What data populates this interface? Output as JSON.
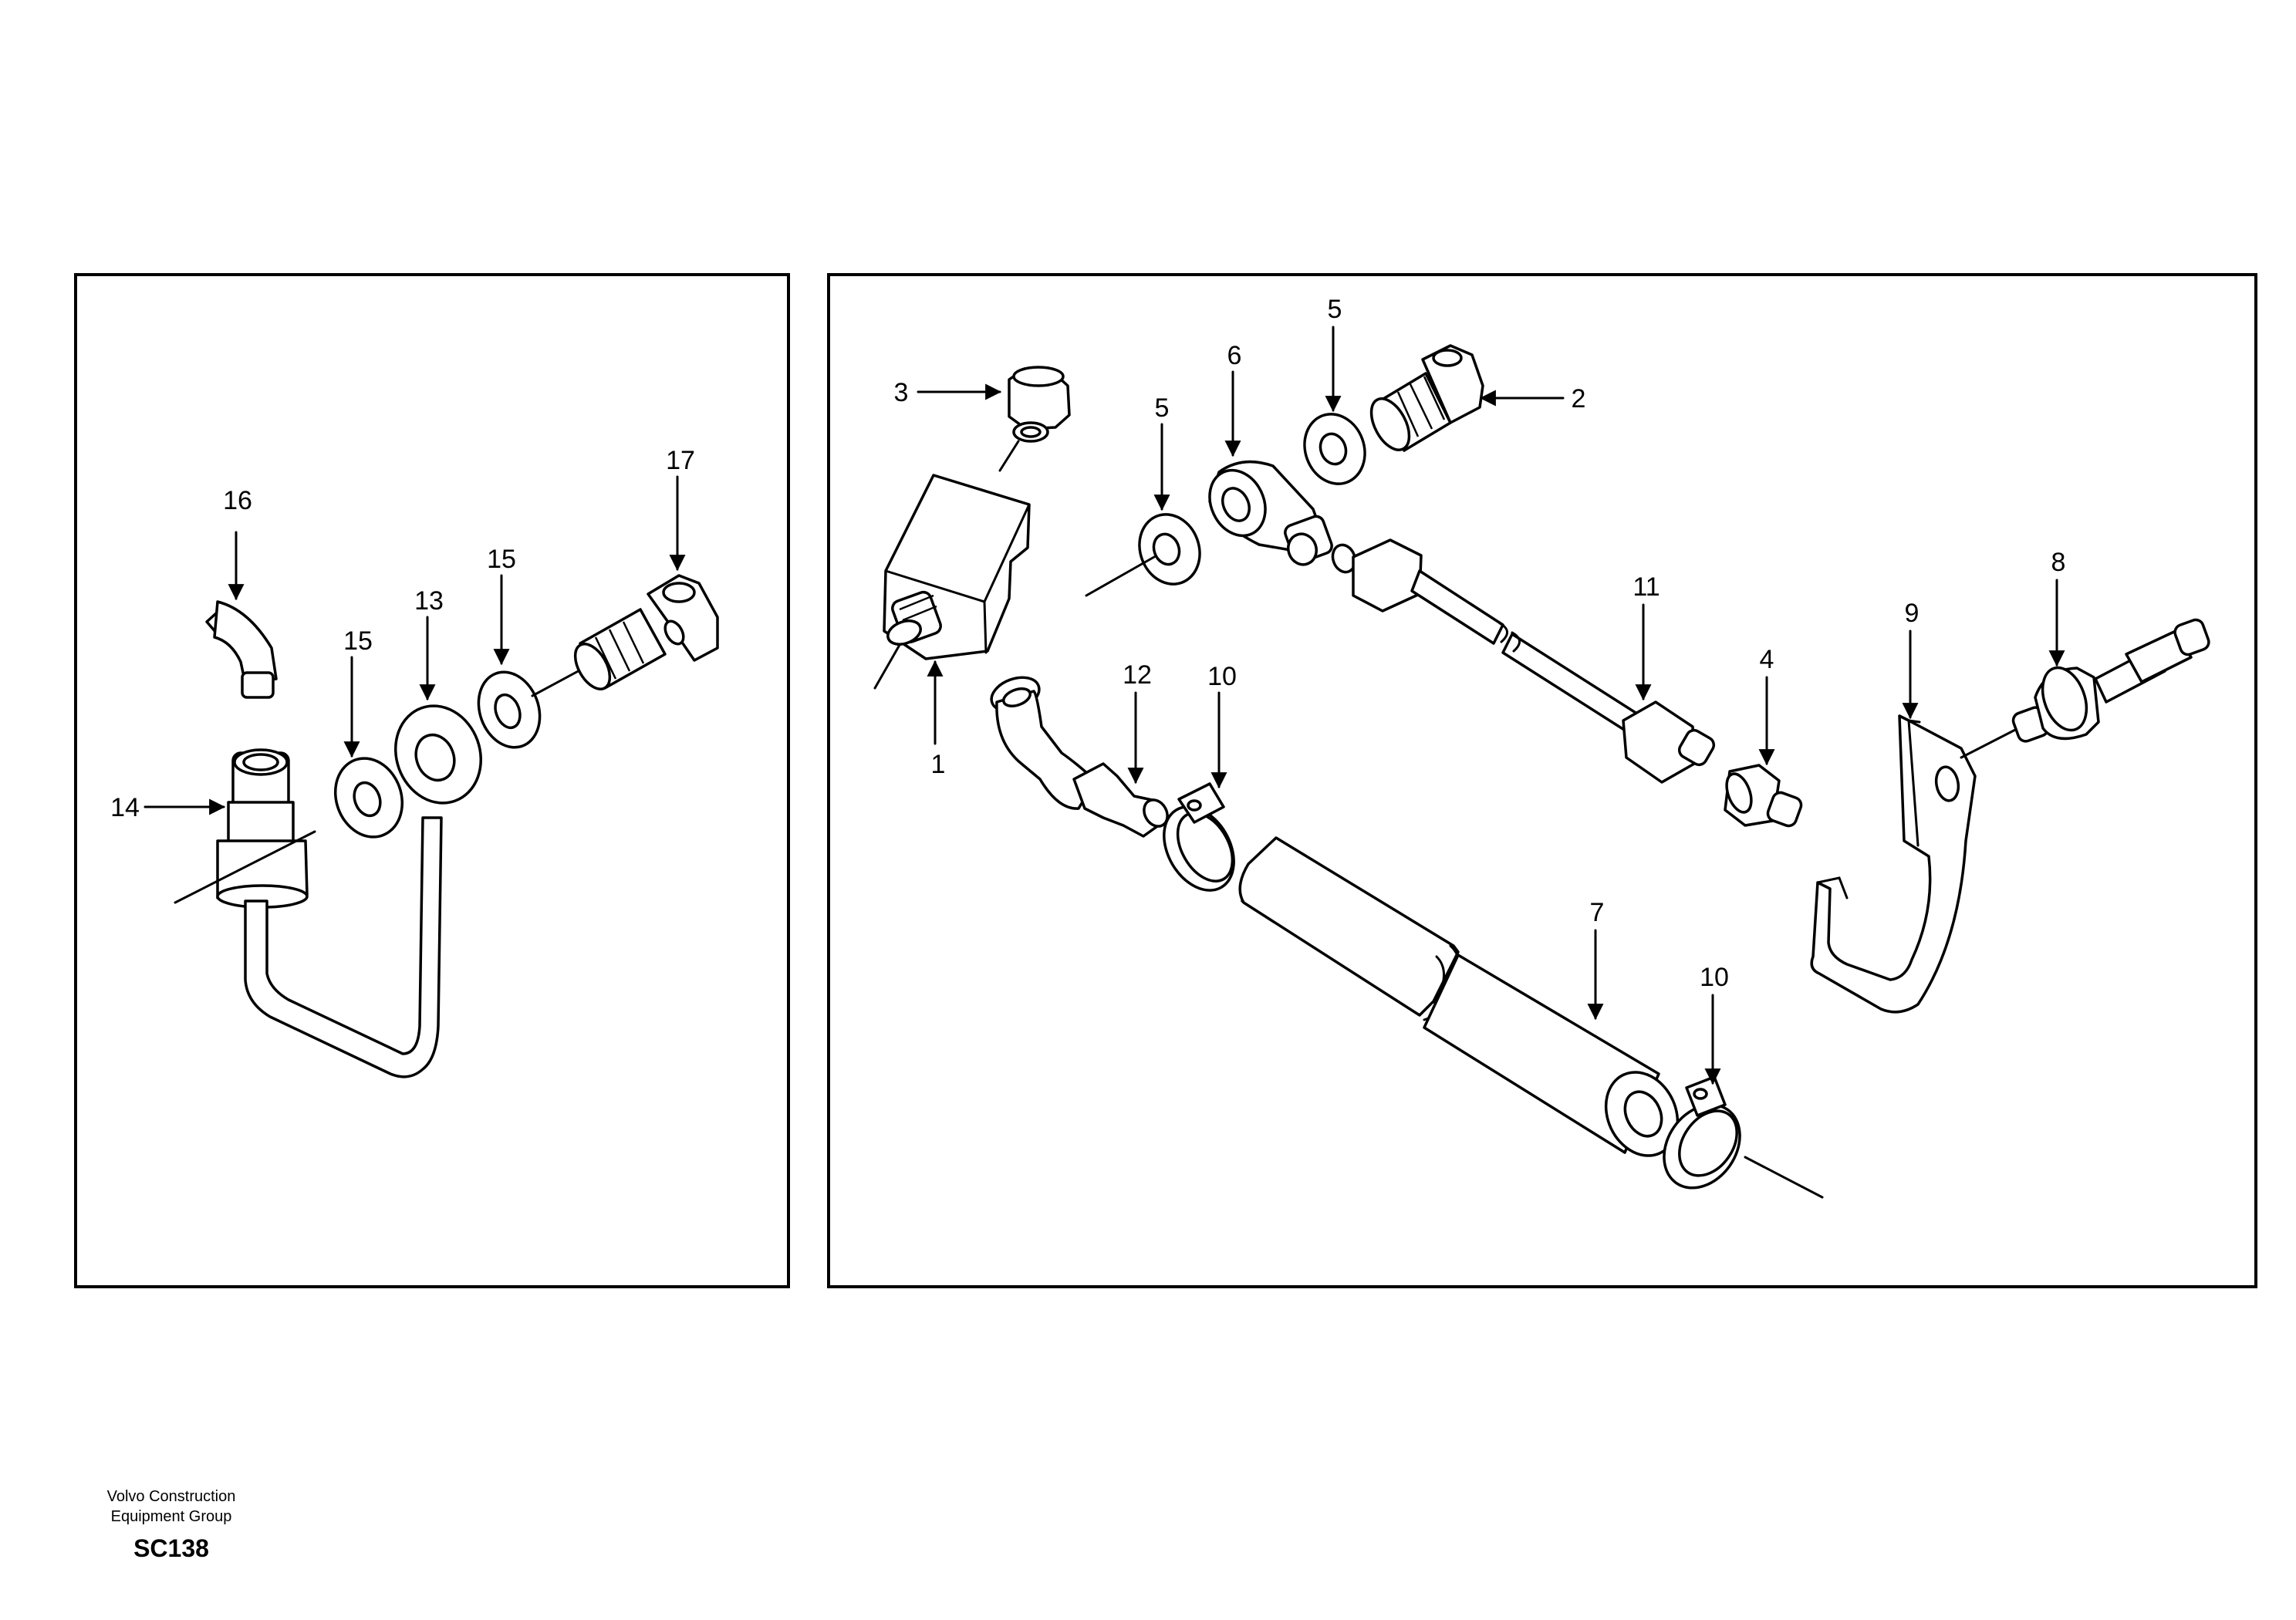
{
  "callouts": {
    "c1": "1",
    "c2": "2",
    "c3": "3",
    "c4": "4",
    "c5a": "5",
    "c5b": "5",
    "c6": "6",
    "c7": "7",
    "c8": "8",
    "c9": "9",
    "c10a": "10",
    "c10b": "10",
    "c11": "11",
    "c12": "12",
    "c13": "13",
    "c14": "14",
    "c15a": "15",
    "c15b": "15",
    "c16": "16",
    "c17": "17"
  },
  "footer": {
    "company_line1": "Volvo Construction",
    "company_line2": "Equipment Group",
    "code": "SC138"
  }
}
